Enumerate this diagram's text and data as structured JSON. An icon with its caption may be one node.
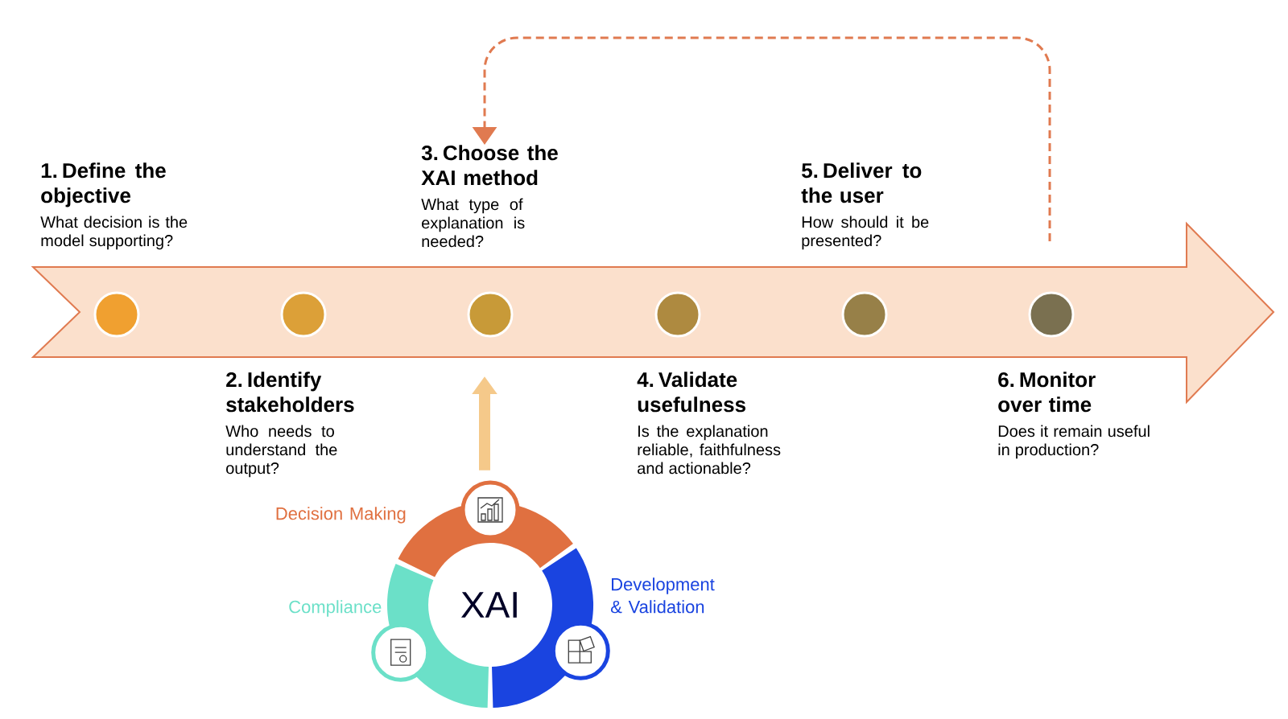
{
  "diagram": {
    "nodes": [
      {
        "text": [
          "1. Define the objective",
          "What decision is the model supporting?"
        ]
      },
      {
        "text": [
          "2. Identify stakeholders",
          "Who needs to understand the output?"
        ]
      },
      {
        "text": [
          "3. Choose the XAI method",
          "What type of explanation is needed?"
        ]
      },
      {
        "text": [
          "4. Validate usefulness",
          "Is the explanation reliable, faithfulness and actionable?"
        ]
      },
      {
        "text": [
          "5. Deliver to the user",
          "How should it be presented?"
        ]
      },
      {
        "text": [
          "6. Monitor over time",
          "Does it remain useful in production?"
        ]
      },
      {
        "text": [
          "XAI"
        ]
      }
    ],
    "edges": [
      {
        "from": null,
        "to": 2,
        "arrow": "to",
        "style": "dashed"
      },
      {
        "from": 6,
        "to": null,
        "arrow": "to",
        "style": "thick"
      }
    ],
    "labels": [
      "Decision Making",
      "Development & Validation",
      "Compliance"
    ]
  }
}
